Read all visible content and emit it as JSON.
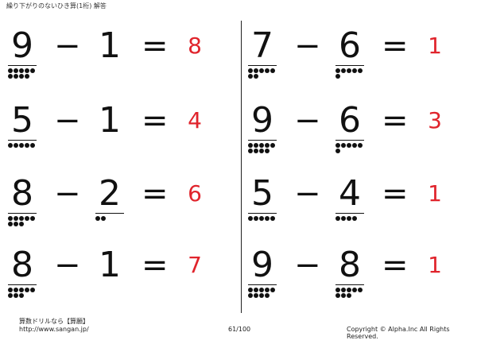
{
  "header": {
    "title": "繰り下がりのないひき算(1桁) 解答"
  },
  "problems": [
    {
      "minuend": "9",
      "op": "−",
      "subtrahend": "1",
      "eq": "=",
      "answer": "8",
      "m_dots": 9,
      "s_dots": 0
    },
    {
      "minuend": "5",
      "op": "−",
      "subtrahend": "1",
      "eq": "=",
      "answer": "4",
      "m_dots": 5,
      "s_dots": 0
    },
    {
      "minuend": "8",
      "op": "−",
      "subtrahend": "2",
      "eq": "=",
      "answer": "6",
      "m_dots": 8,
      "s_dots": 2
    },
    {
      "minuend": "8",
      "op": "−",
      "subtrahend": "1",
      "eq": "=",
      "answer": "7",
      "m_dots": 8,
      "s_dots": 0
    },
    {
      "minuend": "7",
      "op": "−",
      "subtrahend": "6",
      "eq": "=",
      "answer": "1",
      "m_dots": 7,
      "s_dots": 6
    },
    {
      "minuend": "9",
      "op": "−",
      "subtrahend": "6",
      "eq": "=",
      "answer": "3",
      "m_dots": 9,
      "s_dots": 6
    },
    {
      "minuend": "5",
      "op": "−",
      "subtrahend": "4",
      "eq": "=",
      "answer": "1",
      "m_dots": 5,
      "s_dots": 4
    },
    {
      "minuend": "9",
      "op": "−",
      "subtrahend": "8",
      "eq": "=",
      "answer": "1",
      "m_dots": 9,
      "s_dots": 8
    }
  ],
  "footer": {
    "site_name": "算数ドリルなら【算願】",
    "url": "http://www.sangan.jp/",
    "page": "61/100",
    "copyright": "Copyright © Alpha.Inc All Rights Reserved."
  }
}
